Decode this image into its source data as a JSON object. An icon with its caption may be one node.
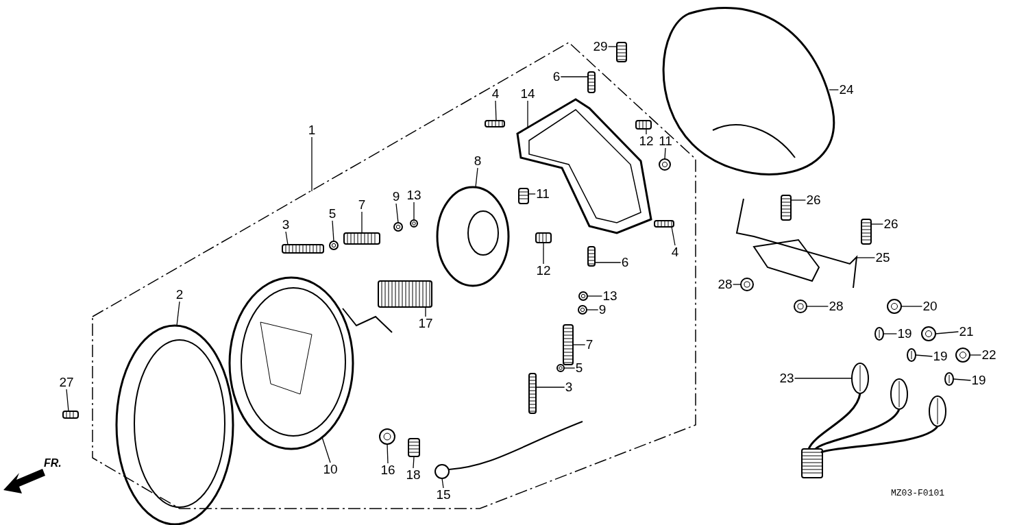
{
  "diagram": {
    "nodes": [
      {
        "text": [
          "1"
        ]
      },
      {
        "text": [
          "2"
        ]
      },
      {
        "text": [
          "3"
        ]
      },
      {
        "text": [
          "5"
        ]
      },
      {
        "text": [
          "7"
        ]
      },
      {
        "text": [
          "9"
        ]
      },
      {
        "text": [
          "13"
        ]
      },
      {
        "text": [
          "4"
        ]
      },
      {
        "text": [
          "14"
        ]
      },
      {
        "text": [
          "6"
        ]
      },
      {
        "text": [
          "8"
        ]
      },
      {
        "text": [
          "11"
        ]
      },
      {
        "text": [
          "12"
        ]
      },
      {
        "text": [
          "11"
        ]
      },
      {
        "text": [
          "24"
        ]
      },
      {
        "text": [
          "29"
        ]
      },
      {
        "text": [
          "12"
        ]
      },
      {
        "text": [
          "6"
        ]
      },
      {
        "text": [
          "4"
        ]
      },
      {
        "text": [
          "26"
        ]
      },
      {
        "text": [
          "26"
        ]
      },
      {
        "text": [
          "25"
        ]
      },
      {
        "text": [
          "28"
        ]
      },
      {
        "text": [
          "28"
        ]
      },
      {
        "text": [
          "17"
        ]
      },
      {
        "text": [
          "13"
        ]
      },
      {
        "text": [
          "9"
        ]
      },
      {
        "text": [
          "7"
        ]
      },
      {
        "text": [
          "5"
        ]
      },
      {
        "text": [
          "3"
        ]
      },
      {
        "text": [
          "20"
        ]
      },
      {
        "text": [
          "19"
        ]
      },
      {
        "text": [
          "21"
        ]
      },
      {
        "text": [
          "19"
        ]
      },
      {
        "text": [
          "22"
        ]
      },
      {
        "text": [
          "19"
        ]
      },
      {
        "text": [
          "23"
        ]
      },
      {
        "text": [
          "27"
        ]
      },
      {
        "text": [
          "10"
        ]
      },
      {
        "text": [
          "16"
        ]
      },
      {
        "text": [
          "18"
        ]
      },
      {
        "text": [
          "15"
        ]
      },
      {
        "text": [],
        "shape": "picture"
      },
      {
        "text": [],
        "shape": "picture"
      },
      {
        "text": [],
        "shape": "picture"
      },
      {
        "text": [],
        "shape": "picture"
      },
      {
        "text": [],
        "shape": "picture"
      },
      {
        "text": [],
        "shape": "picture"
      },
      {
        "text": [],
        "shape": "picture"
      },
      {
        "text": [],
        "shape": "picture"
      },
      {
        "text": [],
        "shape": "picture"
      },
      {
        "text": [],
        "shape": "picture"
      },
      {
        "text": [],
        "shape": "picture"
      },
      {
        "text": [],
        "shape": "picture"
      },
      {
        "text": [],
        "shape": "picture"
      },
      {
        "text": [],
        "shape": "picture"
      },
      {
        "text": [],
        "shape": "picture"
      },
      {
        "text": [],
        "shape": "picture"
      },
      {
        "text": [],
        "shape": "picture"
      },
      {
        "text": [],
        "shape": "picture"
      },
      {
        "text": [],
        "shape": "picture"
      },
      {
        "text": [],
        "shape": "picture"
      },
      {
        "text": [],
        "shape": "picture"
      },
      {
        "text": [],
        "shape": "picture"
      },
      {
        "text": [],
        "shape": "picture"
      },
      {
        "text": [],
        "shape": "picture"
      },
      {
        "text": [],
        "shape": "picture"
      },
      {
        "text": [],
        "shape": "picture"
      },
      {
        "text": [],
        "shape": "picture"
      },
      {
        "text": [],
        "shape": "picture"
      },
      {
        "text": [],
        "shape": "picture"
      },
      {
        "text": [],
        "shape": "picture"
      },
      {
        "text": [],
        "shape": "picture"
      },
      {
        "text": [],
        "shape": "picture"
      },
      {
        "text": [],
        "shape": "picture"
      },
      {
        "text": [],
        "shape": "picture"
      },
      {
        "text": [],
        "shape": "picture"
      },
      {
        "text": [],
        "shape": "picture"
      },
      {
        "text": [],
        "shape": "picture"
      },
      {
        "text": [],
        "shape": "picture"
      },
      {
        "text": [],
        "shape": "picture"
      },
      {
        "text": [],
        "shape": "picture"
      },
      {
        "text": [],
        "shape": "picture"
      }
    ],
    "edges": [
      {
        "from": 0,
        "to": null,
        "arrow": "none"
      },
      {
        "from": 1,
        "to": 42,
        "arrow": "none"
      },
      {
        "from": 2,
        "to": 43,
        "arrow": "none"
      },
      {
        "from": 3,
        "to": 44,
        "arrow": "none"
      },
      {
        "from": 4,
        "to": 45,
        "arrow": "none"
      },
      {
        "from": 5,
        "to": 46,
        "arrow": "none"
      },
      {
        "from": 6,
        "to": 47,
        "arrow": "none"
      },
      {
        "from": 7,
        "to": 48,
        "arrow": "none"
      },
      {
        "from": 8,
        "to": 49,
        "arrow": "none"
      },
      {
        "from": 9,
        "to": 50,
        "arrow": "none"
      },
      {
        "from": 10,
        "to": 51,
        "arrow": "none"
      },
      {
        "from": 11,
        "to": 52,
        "arrow": "none"
      },
      {
        "from": 12,
        "to": 53,
        "arrow": "none"
      },
      {
        "from": 13,
        "to": 54,
        "arrow": "none"
      },
      {
        "from": 14,
        "to": 55,
        "arrow": "none"
      },
      {
        "from": 15,
        "to": 56,
        "arrow": "none"
      },
      {
        "from": 16,
        "to": 57,
        "arrow": "none"
      },
      {
        "from": 17,
        "to": 58,
        "arrow": "none"
      },
      {
        "from": 18,
        "to": 59,
        "arrow": "none"
      },
      {
        "from": 19,
        "to": 60,
        "arrow": "none"
      },
      {
        "from": 20,
        "to": 61,
        "arrow": "none"
      },
      {
        "from": 21,
        "to": 62,
        "arrow": "none"
      },
      {
        "from": 22,
        "to": 63,
        "arrow": "none"
      },
      {
        "from": 23,
        "to": 64,
        "arrow": "none"
      },
      {
        "from": 24,
        "to": 65,
        "arrow": "none"
      },
      {
        "from": 25,
        "to": 66,
        "arrow": "none"
      },
      {
        "from": 26,
        "to": 67,
        "arrow": "none"
      },
      {
        "from": 27,
        "to": 68,
        "arrow": "none"
      },
      {
        "from": 28,
        "to": 69,
        "arrow": "none"
      },
      {
        "from": 29,
        "to": 70,
        "arrow": "none"
      },
      {
        "from": 30,
        "to": 71,
        "arrow": "none"
      },
      {
        "from": 31,
        "to": 72,
        "arrow": "none"
      },
      {
        "from": 32,
        "to": 73,
        "arrow": "none"
      },
      {
        "from": 33,
        "to": 74,
        "arrow": "none"
      },
      {
        "from": 34,
        "to": 75,
        "arrow": "none"
      },
      {
        "from": 35,
        "to": 76,
        "arrow": "none"
      },
      {
        "from": 36,
        "to": 77,
        "arrow": "none"
      },
      {
        "from": 37,
        "to": 78,
        "arrow": "none"
      },
      {
        "from": 38,
        "to": 79,
        "arrow": "none"
      },
      {
        "from": 39,
        "to": 80,
        "arrow": "none"
      },
      {
        "from": 40,
        "to": 81,
        "arrow": "none"
      },
      {
        "from": 41,
        "to": 82,
        "arrow": "none"
      }
    ],
    "labels": [
      "FR.",
      "MZ03-F0101"
    ]
  }
}
